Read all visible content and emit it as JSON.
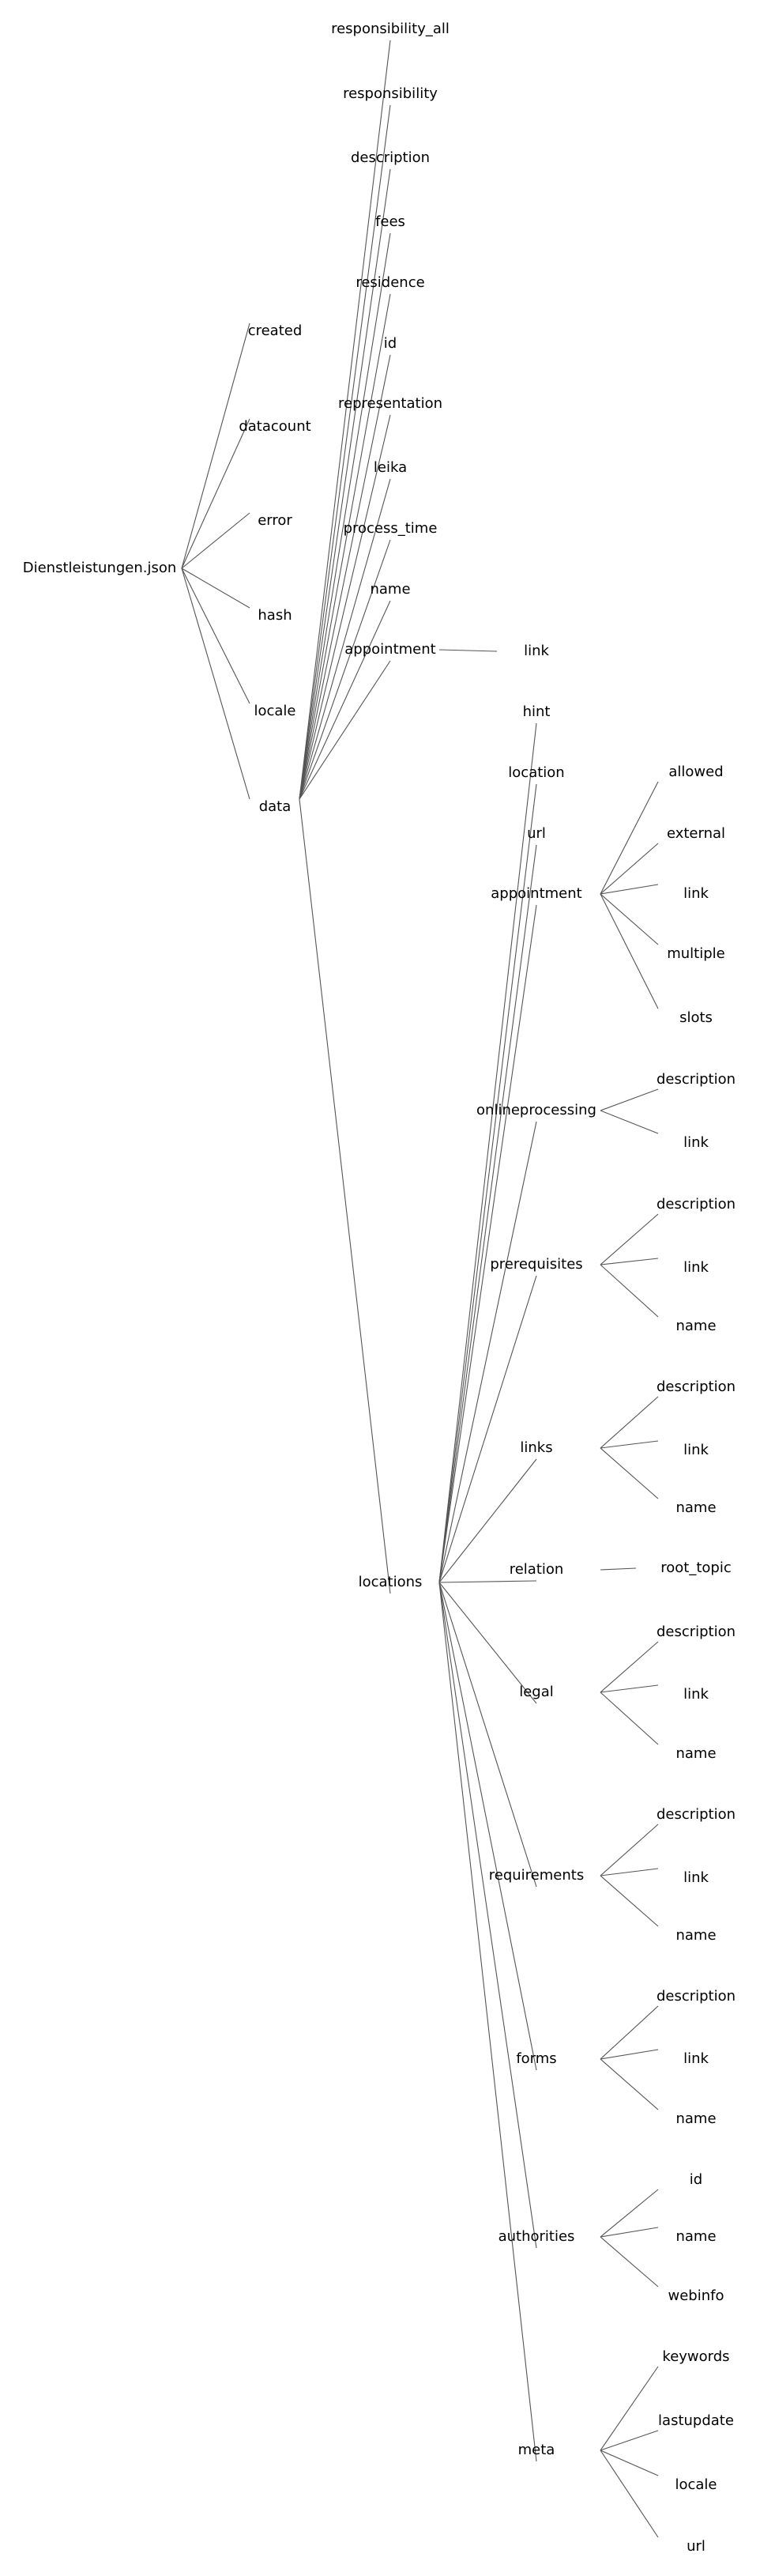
{
  "tree": {
    "label": "Dienstleistungen.json",
    "children": [
      {
        "label": "created"
      },
      {
        "label": "datacount"
      },
      {
        "label": "error"
      },
      {
        "label": "hash"
      },
      {
        "label": "locale"
      },
      {
        "label": "data",
        "children": [
          {
            "label": "responsibility_all"
          },
          {
            "label": "responsibility"
          },
          {
            "label": "description"
          },
          {
            "label": "fees"
          },
          {
            "label": "residence"
          },
          {
            "label": "id"
          },
          {
            "label": "representation"
          },
          {
            "label": "leika"
          },
          {
            "label": "process_time"
          },
          {
            "label": "name"
          },
          {
            "label": "appointment",
            "children": [
              {
                "label": "link"
              }
            ]
          },
          {
            "label": "locations",
            "children": [
              {
                "label": "hint"
              },
              {
                "label": "location"
              },
              {
                "label": "url"
              },
              {
                "label": "appointment",
                "children": [
                  {
                    "label": "allowed"
                  },
                  {
                    "label": "external"
                  },
                  {
                    "label": "link"
                  },
                  {
                    "label": "multiple"
                  },
                  {
                    "label": "slots"
                  }
                ]
              },
              {
                "label": "onlineprocessing",
                "children": [
                  {
                    "label": "description"
                  },
                  {
                    "label": "link"
                  }
                ]
              },
              {
                "label": "prerequisites",
                "children": [
                  {
                    "label": "description"
                  },
                  {
                    "label": "link"
                  },
                  {
                    "label": "name"
                  }
                ]
              },
              {
                "label": "links",
                "children": [
                  {
                    "label": "description"
                  },
                  {
                    "label": "link"
                  },
                  {
                    "label": "name"
                  }
                ]
              },
              {
                "label": "relation",
                "children": [
                  {
                    "label": "root_topic"
                  }
                ]
              },
              {
                "label": "legal",
                "children": [
                  {
                    "label": "description"
                  },
                  {
                    "label": "link"
                  },
                  {
                    "label": "name"
                  }
                ]
              },
              {
                "label": "requirements",
                "children": [
                  {
                    "label": "description"
                  },
                  {
                    "label": "link"
                  },
                  {
                    "label": "name"
                  }
                ]
              },
              {
                "label": "forms",
                "children": [
                  {
                    "label": "description"
                  },
                  {
                    "label": "link"
                  },
                  {
                    "label": "name"
                  }
                ]
              },
              {
                "label": "authorities",
                "children": [
                  {
                    "label": "id"
                  },
                  {
                    "label": "name"
                  },
                  {
                    "label": "webinfo"
                  }
                ]
              },
              {
                "label": "meta",
                "children": [
                  {
                    "label": "keywords"
                  },
                  {
                    "label": "lastupdate"
                  },
                  {
                    "label": "locale"
                  },
                  {
                    "label": "url"
                  }
                ]
              }
            ]
          }
        ]
      }
    ]
  }
}
